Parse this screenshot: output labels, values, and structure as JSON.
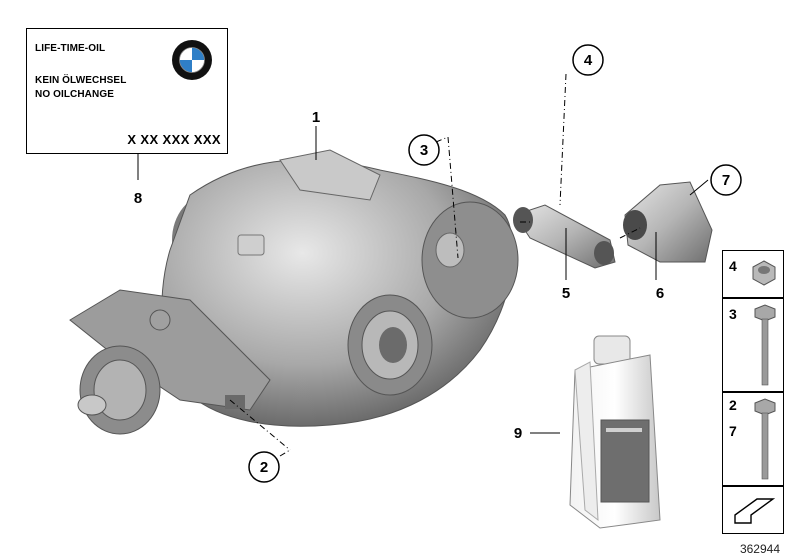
{
  "label_card": {
    "line1": "LIFE-TIME-OIL",
    "line2": "KEIN ÖLWECHSEL",
    "line3": "NO OILCHANGE",
    "part_number": "X XX XXX XXX",
    "logo_letters": "BMW"
  },
  "callouts": {
    "c1": "1",
    "c2": "2",
    "c3": "3",
    "c4": "4",
    "c5": "5",
    "c6": "6",
    "c7": "7",
    "c8": "8",
    "c9": "9"
  },
  "side_panel": {
    "row1": "4",
    "row2": "3",
    "row3a": "2",
    "row3b": "7"
  },
  "drawing_id": "362944",
  "colors": {
    "metal_light": "#d9d9d9",
    "metal_mid": "#a9a9a9",
    "metal_dark": "#6d6d6d",
    "ink": "#000000"
  },
  "icons": [
    "bmw-logo",
    "differential",
    "bracket",
    "rubber-mount",
    "oil-bottle",
    "nut",
    "bolt",
    "arrow"
  ]
}
